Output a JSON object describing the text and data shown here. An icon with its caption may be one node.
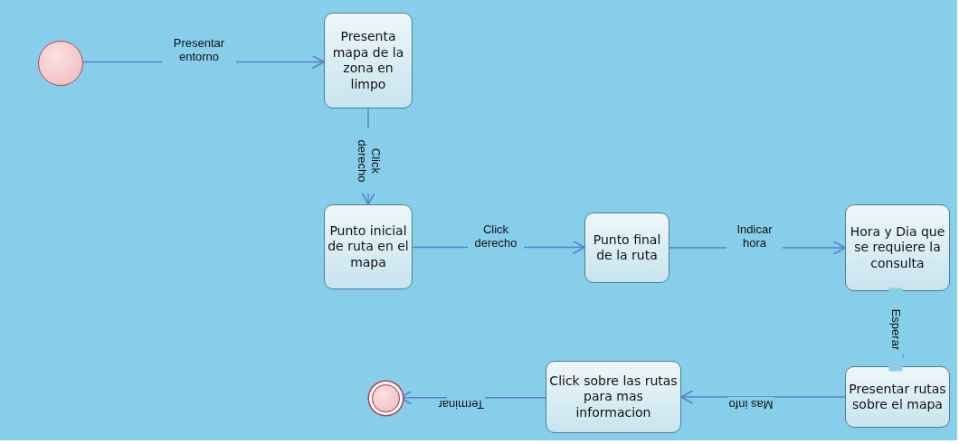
{
  "diagram": {
    "nodes": [
      {
        "text": [],
        "shape": "circle"
      },
      {
        "text": [
          "Presenta mapa de la zona en limpo"
        ]
      },
      {
        "text": [
          "Punto inicial de ruta en el mapa"
        ]
      },
      {
        "text": [
          "Punto final de la ruta"
        ]
      },
      {
        "text": [
          "Hora y Dia que se requiere la consulta"
        ]
      },
      {
        "text": [
          "Presentar rutas sobre el mapa"
        ]
      },
      {
        "text": [
          "Click sobre las rutas para mas informacion"
        ]
      },
      {
        "text": [],
        "shape": "circle"
      }
    ],
    "edges": [
      {
        "from": 0,
        "to": 1,
        "arrow": "to",
        "label": "Presentar entorno"
      },
      {
        "from": 1,
        "to": 2,
        "arrow": "to",
        "label": "Click derecho"
      },
      {
        "from": 2,
        "to": 3,
        "arrow": "to",
        "label": "Click derecho"
      },
      {
        "from": 3,
        "to": 4,
        "arrow": "to",
        "label": "Indicar hora"
      },
      {
        "from": 4,
        "to": 5,
        "arrow": "to",
        "label": "Esperar"
      },
      {
        "from": 5,
        "to": 6,
        "arrow": "to",
        "label": "Mas info"
      },
      {
        "from": 6,
        "to": 7,
        "arrow": "to",
        "label": "Terminar"
      }
    ]
  }
}
